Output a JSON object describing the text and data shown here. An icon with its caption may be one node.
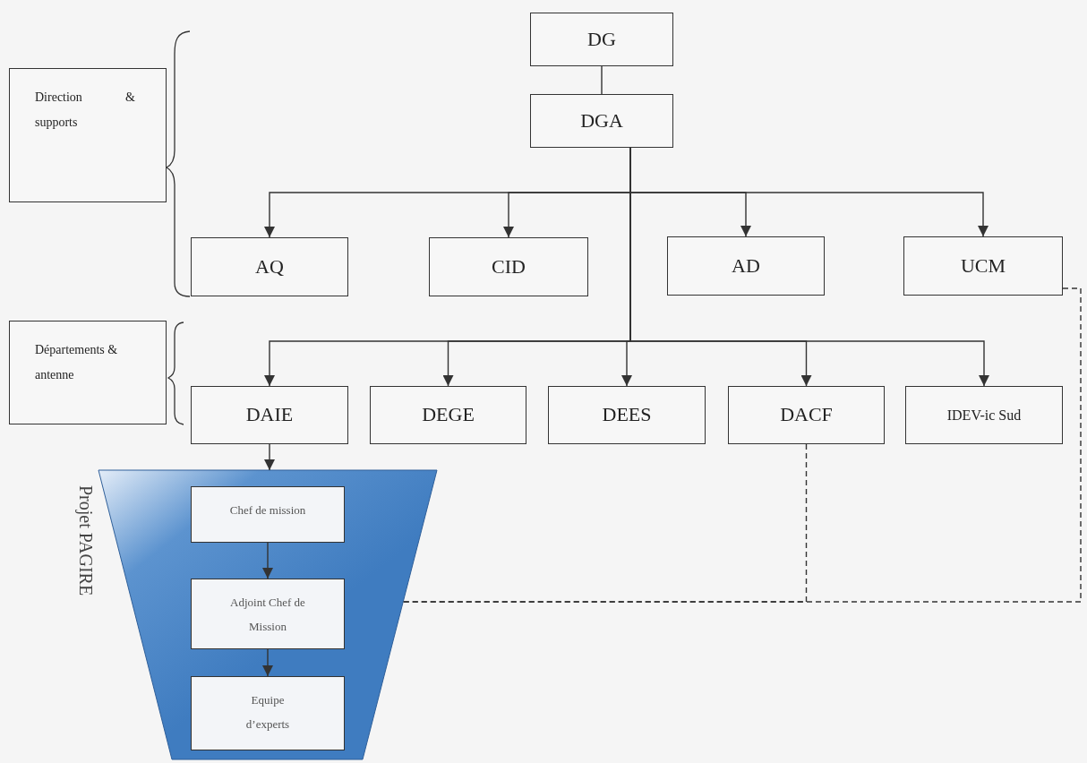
{
  "diagram": {
    "nodes": [
      {
        "text": [
          "Direction & supports"
        ]
      },
      {
        "text": [
          "Départements & antenne"
        ]
      },
      {
        "text": [
          "DG"
        ]
      },
      {
        "text": [
          "DGA"
        ]
      },
      {
        "text": [
          "AQ"
        ]
      },
      {
        "text": [
          "CID"
        ]
      },
      {
        "text": [
          "AD"
        ]
      },
      {
        "text": [
          "UCM"
        ]
      },
      {
        "text": [
          "DAIE"
        ]
      },
      {
        "text": [
          "DEGE"
        ]
      },
      {
        "text": [
          "DEES"
        ]
      },
      {
        "text": [
          "DACF"
        ]
      },
      {
        "text": [
          "IDEV-ic Sud"
        ]
      },
      {
        "text": [
          "Projet PAGIRE"
        ]
      },
      {
        "text": [
          "Chef de mission"
        ],
        "in": 13
      },
      {
        "text": [
          "Adjoint Chef de Mission"
        ],
        "in": 13
      },
      {
        "text": [
          "Equipe d’experts"
        ],
        "in": 13
      }
    ],
    "edges": [
      {
        "from": 2,
        "to": 3,
        "arrow": "none"
      },
      {
        "from": 3,
        "to": 4,
        "arrow": "to"
      },
      {
        "from": 3,
        "to": 5,
        "arrow": "to"
      },
      {
        "from": 3,
        "to": 6,
        "arrow": "to"
      },
      {
        "from": 3,
        "to": 7,
        "arrow": "to"
      },
      {
        "from": 3,
        "to": 8,
        "arrow": "to"
      },
      {
        "from": 3,
        "to": 9,
        "arrow": "to"
      },
      {
        "from": 3,
        "to": 10,
        "arrow": "to"
      },
      {
        "from": 3,
        "to": 11,
        "arrow": "to"
      },
      {
        "from": 3,
        "to": 12,
        "arrow": "to"
      },
      {
        "from": 8,
        "to": 13,
        "arrow": "to"
      },
      {
        "from": 14,
        "to": 15,
        "arrow": "to"
      },
      {
        "from": 15,
        "to": 16,
        "arrow": "to"
      },
      {
        "from": 7,
        "to": 13,
        "arrow": "none",
        "style": "dashed"
      },
      {
        "from": 11,
        "to": 13,
        "arrow": "none",
        "style": "dashed"
      }
    ]
  }
}
